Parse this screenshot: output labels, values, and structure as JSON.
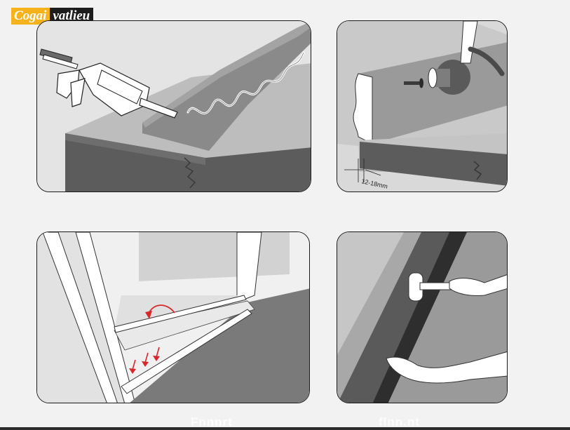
{
  "logo": {
    "part1": "Cogai",
    "part2": "vatlieu"
  },
  "panels": {
    "caulk": {
      "step": "glue-application"
    },
    "nail": {
      "dimension_label": "12-18mm"
    },
    "threshold": {
      "step": "threshold-install"
    },
    "press": {
      "step": "press-trim"
    }
  },
  "captions": {
    "left": "Fnnnrt",
    "right": "flnn.nt"
  },
  "colors": {
    "accent": "#f5b21a",
    "arrow": "#d9262a",
    "dark_floor": "#5c5c5c",
    "panel_bg": "#dedede"
  }
}
